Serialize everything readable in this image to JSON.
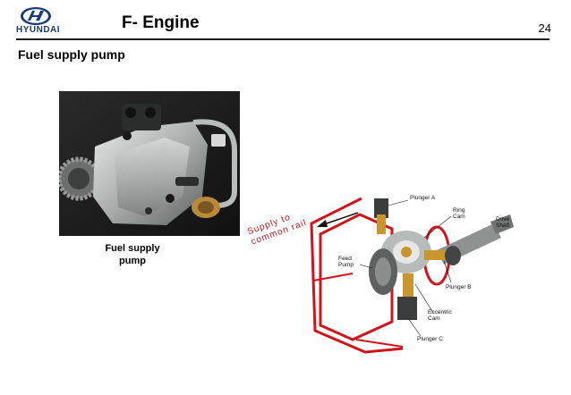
{
  "header": {
    "brand": "HYUNDAI",
    "title": "F- Engine",
    "page_number": "24"
  },
  "subtitle": "Fuel supply pump",
  "photo": {
    "caption_line1": "Fuel supply",
    "caption_line2": "pump"
  },
  "diagram": {
    "supply_line1": "Supply to",
    "supply_line2": "common rail",
    "labels": {
      "plunger_a": "Plunger A",
      "ring_cam_1": "Ring",
      "ring_cam_2": "Cam",
      "drive_shaft_1": "Drive",
      "drive_shaft_2": "Shaft",
      "feed_pump_1": "Feed",
      "feed_pump_2": "Pump",
      "plunger_b": "Plunger B",
      "eccentric_cam_1": "Eccentric",
      "eccentric_cam_2": "Cam",
      "plunger_c": "Plunger C"
    }
  },
  "colors": {
    "rail_red": "#d0141c",
    "brass": "#c9952e",
    "rule": "#1a1a1a"
  }
}
